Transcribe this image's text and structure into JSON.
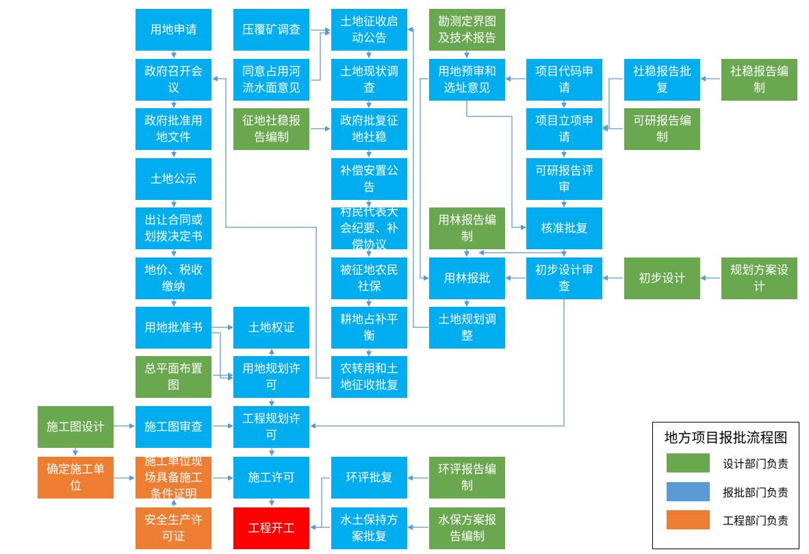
{
  "flowchart": {
    "nodes": [
      {
        "id": "ydsq",
        "label": "用地申请",
        "category": "approval"
      },
      {
        "id": "zfzkhy",
        "label": "政府召开会议",
        "category": "approval"
      },
      {
        "id": "zfpzyd",
        "label": "政府批准用地文件",
        "category": "approval"
      },
      {
        "id": "tdgs",
        "label": "土地公示",
        "category": "approval"
      },
      {
        "id": "crht",
        "label": "出让合同或划拨决定书",
        "category": "approval"
      },
      {
        "id": "djsj",
        "label": "地价、税收缴纳",
        "category": "approval"
      },
      {
        "id": "ydpzs",
        "label": "用地批准书",
        "category": "approval"
      },
      {
        "id": "zpm",
        "label": "总平面布置图",
        "category": "design"
      },
      {
        "id": "sgtsj",
        "label": "施工图设计",
        "category": "design"
      },
      {
        "id": "sgtsc",
        "label": "施工图审查",
        "category": "approval"
      },
      {
        "id": "qdsgdw",
        "label": "确定施工单位",
        "category": "engineering"
      },
      {
        "id": "sgdwzm",
        "label": "施工单位现场具备施工条件证明",
        "category": "engineering"
      },
      {
        "id": "aqsc",
        "label": "安全生产许可证",
        "category": "engineering"
      },
      {
        "id": "yfk",
        "label": "压覆矿调查",
        "category": "approval"
      },
      {
        "id": "tyzyhl",
        "label": "同意占用河流水面意见",
        "category": "approval"
      },
      {
        "id": "zdswbz",
        "label": "征地社稳报告编制",
        "category": "design"
      },
      {
        "id": "tdqz",
        "label": "土地权证",
        "category": "approval"
      },
      {
        "id": "ydghxk",
        "label": "用地规划许可",
        "category": "approval"
      },
      {
        "id": "gcghxk",
        "label": "工程规划许可",
        "category": "approval"
      },
      {
        "id": "sgxk",
        "label": "施工许可",
        "category": "approval"
      },
      {
        "id": "gckg",
        "label": "工程开工",
        "category": "start"
      },
      {
        "id": "tdzsqd",
        "label": "土地征收启动公告",
        "category": "approval"
      },
      {
        "id": "tdxzdc",
        "label": "土地现状调查",
        "category": "approval"
      },
      {
        "id": "zfpfzd",
        "label": "政府批复征地社稳",
        "category": "approval"
      },
      {
        "id": "bcaz",
        "label": "补偿安置公告",
        "category": "approval"
      },
      {
        "id": "cmdb",
        "label": "村民代表大会纪要、补偿协议",
        "category": "approval"
      },
      {
        "id": "bzdnm",
        "label": "被征地农民社保",
        "category": "approval"
      },
      {
        "id": "gdzbp",
        "label": "耕地占补平衡",
        "category": "approval"
      },
      {
        "id": "nzy",
        "label": "农转用和土地征收批复",
        "category": "approval"
      },
      {
        "id": "hppf",
        "label": "环评批复",
        "category": "approval"
      },
      {
        "id": "stbc",
        "label": "水土保持方案批复",
        "category": "approval"
      },
      {
        "id": "kcdjt",
        "label": "勘测定界图及技术报告",
        "category": "design"
      },
      {
        "id": "ydys",
        "label": "用地预审和选址意见",
        "category": "approval"
      },
      {
        "id": "ylbgbz",
        "label": "用林报告编制",
        "category": "design"
      },
      {
        "id": "ylbp",
        "label": "用林报批",
        "category": "approval"
      },
      {
        "id": "tdghtz",
        "label": "土地规划调整",
        "category": "approval"
      },
      {
        "id": "hpbgbz",
        "label": "环评报告编制",
        "category": "design"
      },
      {
        "id": "bfbz",
        "label": "水保方案报告编制",
        "category": "design"
      },
      {
        "id": "xmdm",
        "label": "项目代码申请",
        "category": "approval"
      },
      {
        "id": "xmlx",
        "label": "项目立项申请",
        "category": "approval"
      },
      {
        "id": "kybgps",
        "label": "可研报告评审",
        "category": "approval"
      },
      {
        "id": "hzpf",
        "label": "核准批复",
        "category": "approval"
      },
      {
        "id": "cbsjsc",
        "label": "初步设计审查",
        "category": "approval"
      },
      {
        "id": "swbgpf",
        "label": "社稳报告批复",
        "category": "approval"
      },
      {
        "id": "kybgbz",
        "label": "可研报告编制",
        "category": "design"
      },
      {
        "id": "cbsj",
        "label": "初步设计",
        "category": "design"
      },
      {
        "id": "swbgbz",
        "label": "社稳报告编制",
        "category": "design"
      },
      {
        "id": "ghfa",
        "label": "规划方案设计",
        "category": "design"
      }
    ]
  },
  "legend": {
    "title": "地方项目报批流程图",
    "items": [
      {
        "label": "设计部门负责",
        "color": "#6aa84f"
      },
      {
        "label": "报批部门负责",
        "color": "#5b9bd5"
      },
      {
        "label": "工程部门负责",
        "color": "#ed7d31"
      }
    ]
  },
  "colors": {
    "approval": "#00aeef",
    "design": "#6aa84f",
    "engineering": "#ed7d31",
    "start": "#ff0000",
    "connector": "#5b9bd5"
  }
}
